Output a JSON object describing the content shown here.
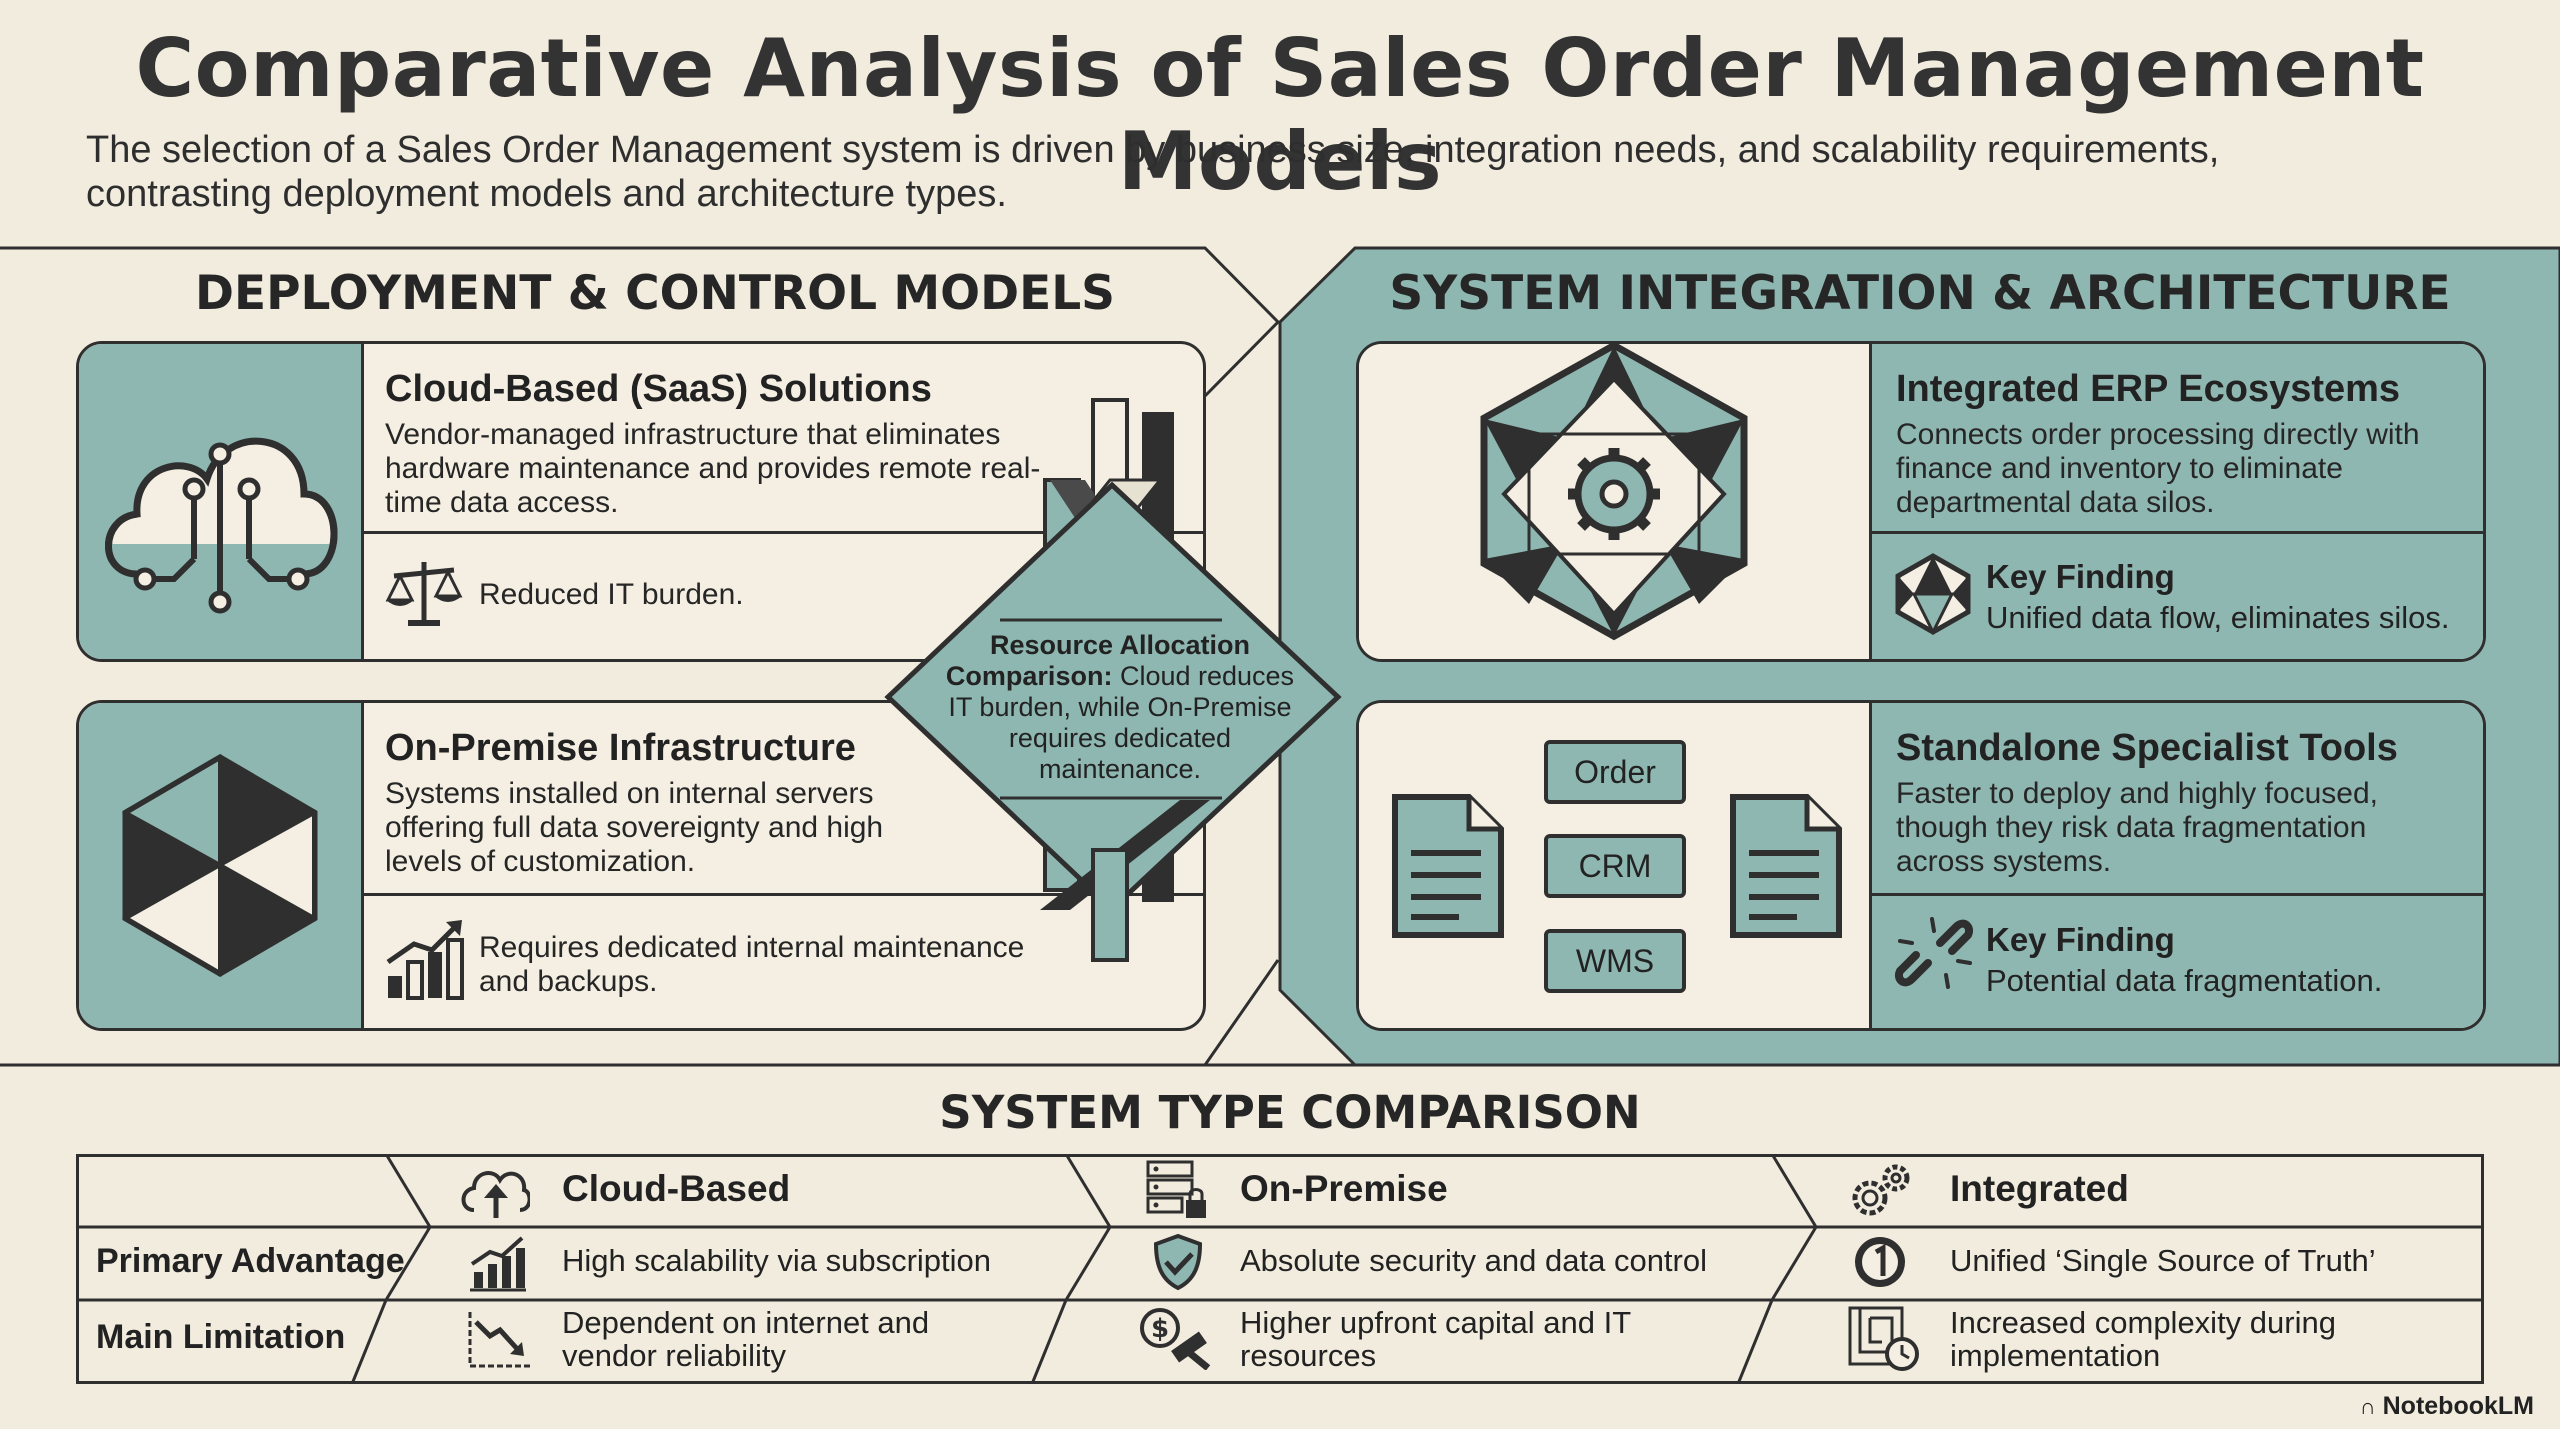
{
  "title": "Comparative Analysis of Sales Order Management Models",
  "subtitle": "The selection of a Sales Order Management system is driven by business size, integration needs, and scalability requirements, contrasting deployment models and architecture types.",
  "left_section": {
    "title": "DEPLOYMENT & CONTROL MODELS",
    "cards": [
      {
        "title": "Cloud-Based (SaaS) Solutions",
        "text": "Vendor-managed infrastructure that eliminates hardware maintenance and provides remote real-time data access.",
        "note": "Reduced IT burden.",
        "icon": "cloud-circuit-icon",
        "note_icon": "scales-icon"
      },
      {
        "title": "On-Premise Infrastructure",
        "text": "Systems installed on internal servers offering full data sovereignty and high levels of customization.",
        "note": "Requires dedicated internal maintenance and backups.",
        "icon": "hexagon-prism-icon",
        "note_icon": "bar-chart-growth-icon"
      }
    ]
  },
  "center": {
    "title": "Resource Allocation Comparison:",
    "text": "Cloud reduces IT burden, while On-Premise requires dedicated maintenance."
  },
  "right_section": {
    "title": "SYSTEM INTEGRATION & ARCHITECTURE",
    "cards": [
      {
        "title": "Integrated ERP Ecosystems",
        "text": "Connects order processing directly with finance and inventory to eliminate departmental data silos.",
        "kf_title": "Key Finding",
        "kf_text": "Unified data flow, eliminates silos.",
        "icon": "gear-star-icon",
        "kf_icon": "connected-polyhedron-icon"
      },
      {
        "title": "Standalone Specialist Tools",
        "text": "Faster to deploy and highly focused, though they risk data fragmentation across systems.",
        "kf_title": "Key Finding",
        "kf_text": "Potential data fragmentation.",
        "modules": [
          "Order",
          "CRM",
          "WMS"
        ],
        "icon": "document-icon",
        "kf_icon": "broken-link-icon"
      }
    ]
  },
  "table": {
    "title": "SYSTEM TYPE COMPARISON",
    "columns": [
      {
        "label": "Cloud-Based",
        "icon": "cloud-upload-icon"
      },
      {
        "label": "On-Premise",
        "icon": "server-lock-icon"
      },
      {
        "label": "Integrated",
        "icon": "gears-icon"
      }
    ],
    "rows": [
      {
        "label": "Primary Advantage",
        "cells": [
          "High scalability via subscription",
          "Absolute security and data control",
          "Unified ‘Single Source of Truth’"
        ],
        "icons": [
          "growth-chart-icon",
          "shield-check-icon",
          "number-one-icon"
        ]
      },
      {
        "label": "Main Limitation",
        "cells": [
          "Dependent on internet and vendor reliability",
          "Higher upfront capital and IT resources",
          "Increased complexity during implementation"
        ],
        "icons": [
          "decline-chart-icon",
          "money-hammer-icon",
          "maze-clock-icon"
        ]
      }
    ]
  },
  "watermark": "NotebookLM",
  "colors": {
    "teal": "#8fb7b1",
    "background": "#f1ecde",
    "ink": "#2f2f2f"
  }
}
